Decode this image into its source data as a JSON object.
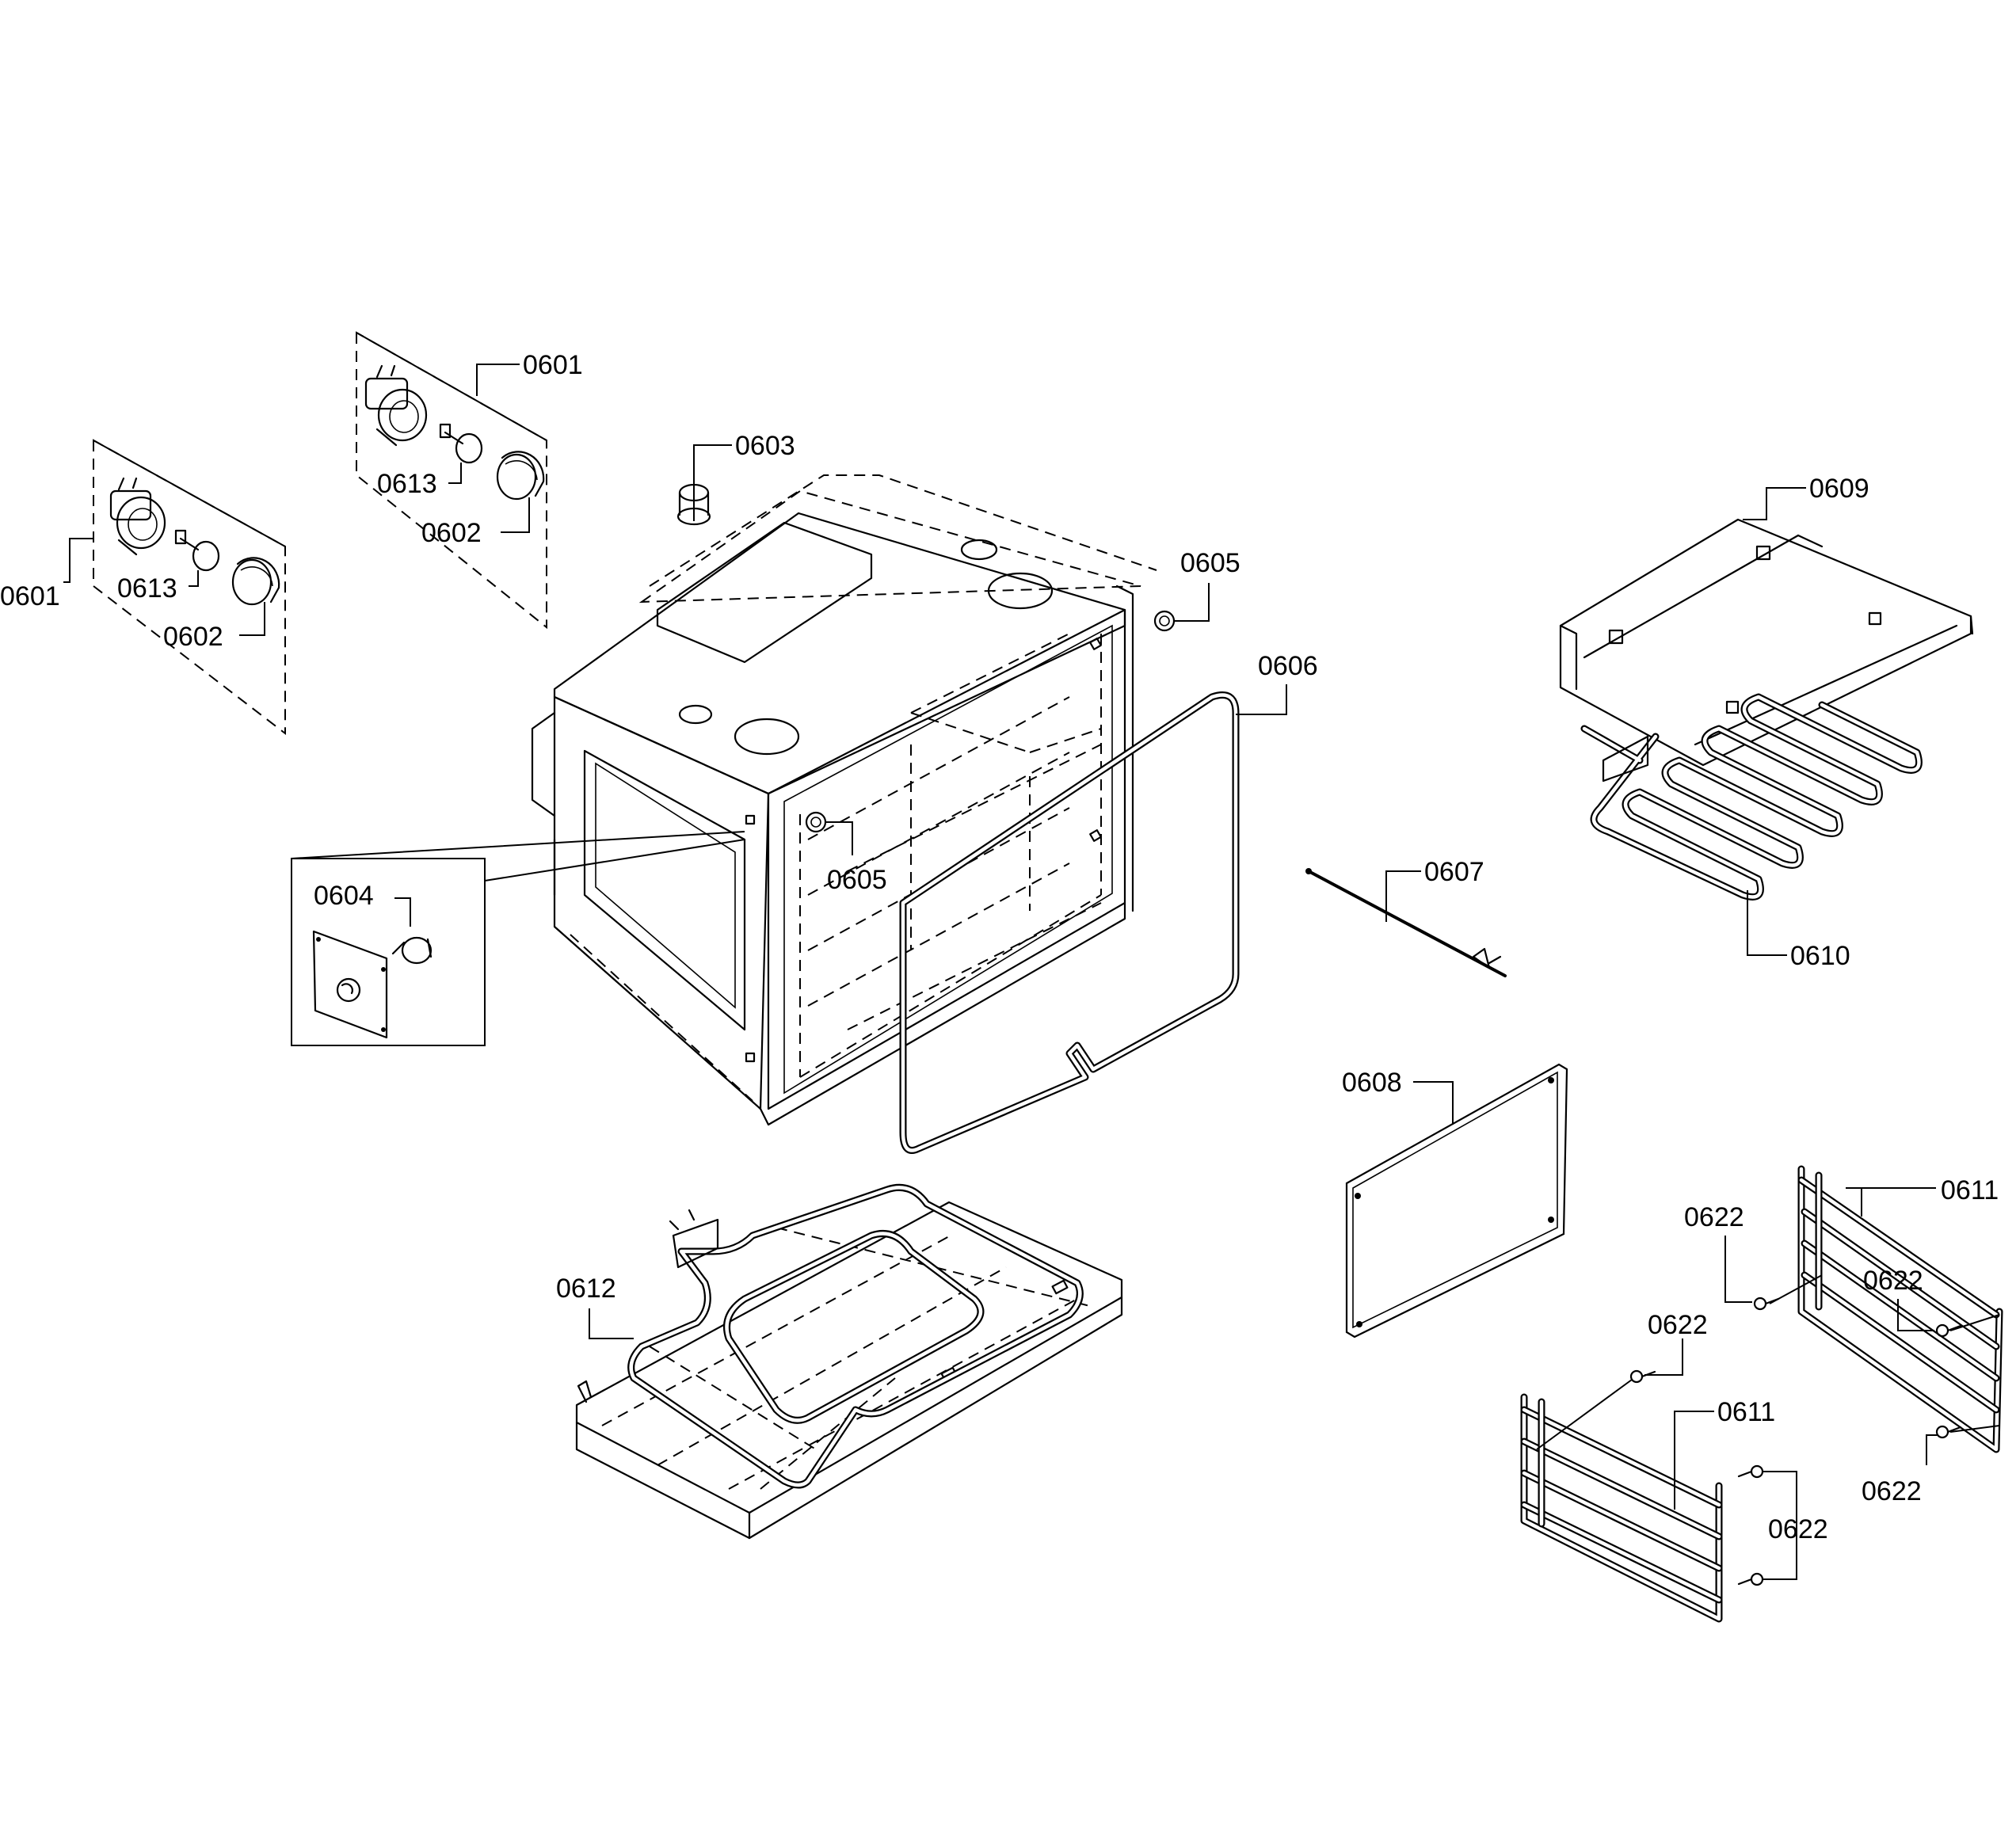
{
  "labels": {
    "p0601a": "0601",
    "p0601b": "0601",
    "p0613a": "0613",
    "p0613b": "0613",
    "p0602a": "0602",
    "p0602b": "0602",
    "p0603": "0603",
    "p0604": "0604",
    "p0605a": "0605",
    "p0605b": "0605",
    "p0606": "0606",
    "p0607": "0607",
    "p0608": "0608",
    "p0609": "0609",
    "p0610": "0610",
    "p0611a": "0611",
    "p0611b": "0611",
    "p0612": "0612",
    "p0622a": "0622",
    "p0622b": "0622",
    "p0622c": "0622",
    "p0622d": "0622",
    "p0622e": "0622"
  }
}
